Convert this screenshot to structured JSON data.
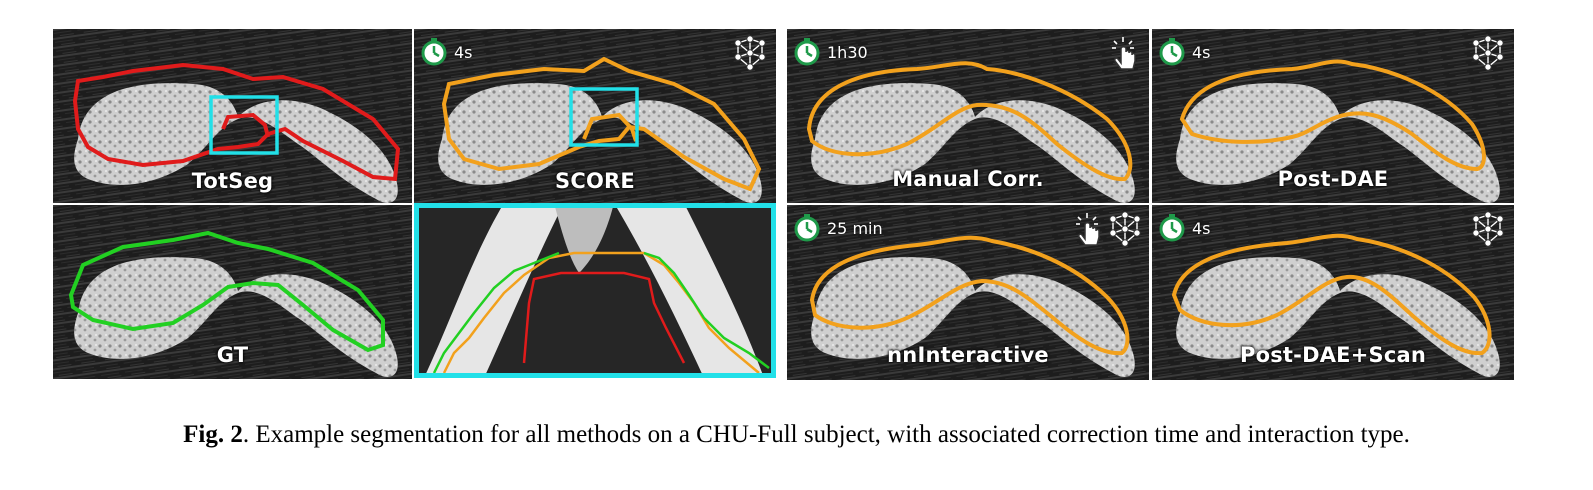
{
  "figure": {
    "panels": {
      "totseg": "TotSeg",
      "score": "SCORE",
      "gt": "GT",
      "manual": "Manual Corr.",
      "post_dae": "Post-DAE",
      "nninteractive": "nnInteractive",
      "post_dae_scan": "Post-DAE+Scan"
    },
    "times": {
      "score": "4s",
      "manual": "1h30",
      "post_dae": "4s",
      "nninteractive": "25 min",
      "post_dae_scan": "4s"
    },
    "colors": {
      "totseg": "#e01b1b",
      "ours": "#f2a11d",
      "gt": "#22d022",
      "zoom_box": "#22e0e8",
      "timer": "#1f9a4a"
    },
    "icons": {
      "timer": "stopwatch-icon",
      "network": "neural-network-icon",
      "manual": "hand-click-icon"
    }
  },
  "caption": {
    "label": "Fig. 2",
    "text": ". Example segmentation for all methods on a CHU-Full subject, with associated correction time and interaction type."
  }
}
